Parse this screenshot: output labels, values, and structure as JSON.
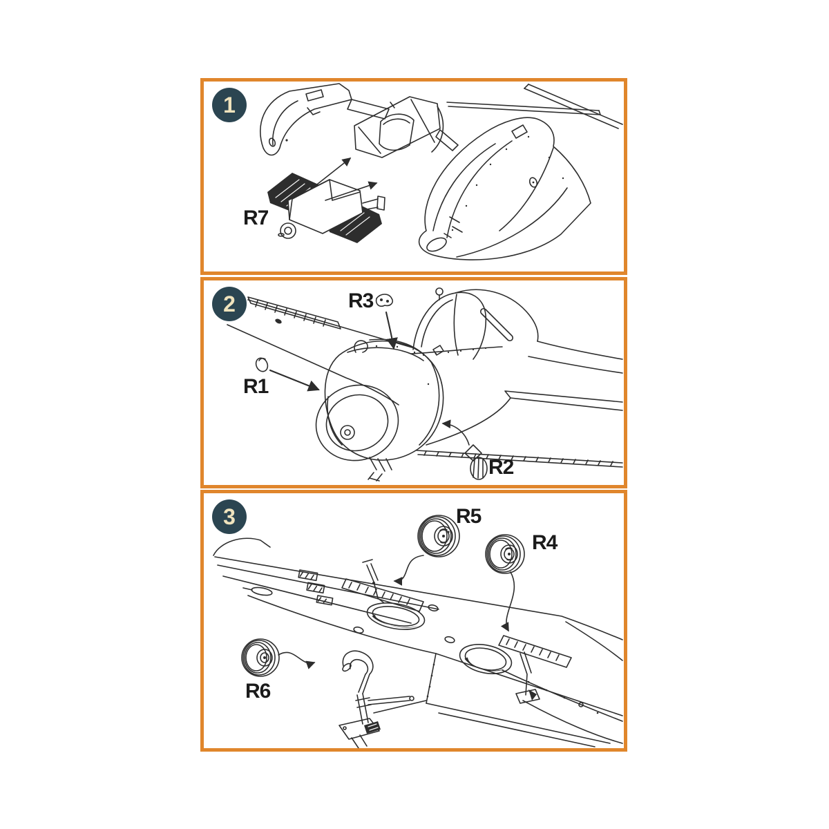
{
  "document": {
    "kind": "model-kit assembly instructions",
    "background": "#FFFFFF"
  },
  "colors": {
    "frame": "#E0862C",
    "badge": "#2B4551",
    "badge_text": "#EFE3BD",
    "ink": "#2D2D2D",
    "label": "#1B1B1B",
    "paper": "#FFFFFF"
  },
  "steps": [
    {
      "number": "1",
      "diagram": "engine block R7 with arrows to cockpit tub and forward fuselage half",
      "parts": [
        {
          "id": "r7",
          "label": "R7"
        }
      ]
    },
    {
      "number": "2",
      "diagram": "front three-quarter view of aircraft nose; R1 into cowling side, R3 onto fuselage spine, R2 under cowl flap",
      "parts": [
        {
          "id": "r3",
          "label": "R3"
        },
        {
          "id": "r1",
          "label": "R1"
        },
        {
          "id": "r2",
          "label": "R2"
        }
      ]
    },
    {
      "number": "3",
      "diagram": "inverted wing underside; wheels R5 and R4 into main wheel wells, R6 tail wheel to gear leg",
      "parts": [
        {
          "id": "r5",
          "label": "R5"
        },
        {
          "id": "r4",
          "label": "R4"
        },
        {
          "id": "r6",
          "label": "R6"
        }
      ]
    }
  ]
}
